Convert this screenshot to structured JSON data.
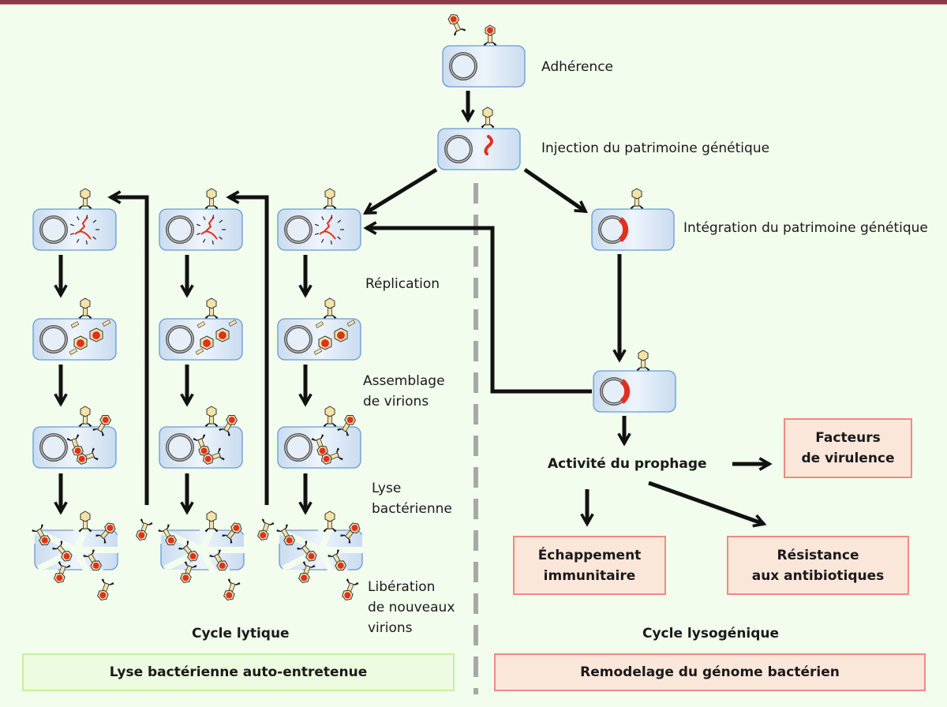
{
  "colors": {
    "background": "#f2fdee",
    "top_bar": "#8b3a4a",
    "cell_fill": "#d6e6f5",
    "cell_stroke": "#6a9ad4",
    "dna_red": "#e0301e",
    "phage_head": "#f3e3a6",
    "arrow": "#111111",
    "divider": "#a8a8a8",
    "red_box_fill": "#fbe6da",
    "red_box_border": "#f08a82",
    "green_box_fill": "#edfbe0",
    "green_box_border": "#c4f29c"
  },
  "steps": {
    "adherence": "Adhérence",
    "injection": "Injection du patrimoine génétique",
    "integration": "Intégration du patrimoine génétique",
    "replication": "Réplication",
    "assembly_line1": "Assemblage",
    "assembly_line2": "de virions",
    "lysis_line1": "Lyse",
    "lysis_line2": "bactérienne",
    "release_line1": "Libération",
    "release_line2": "de nouveaux",
    "release_line3": "virions"
  },
  "lysogenic": {
    "prophage_activity": "Activité du prophage",
    "outcomes": {
      "virulence_line1": "Facteurs",
      "virulence_line2": "de virulence",
      "immune_line1": "Échappement",
      "immune_line2": "immunitaire",
      "resistance_line1": "Résistance",
      "resistance_line2": "aux antibiotiques"
    }
  },
  "cycles": {
    "lytic_title": "Cycle lytique",
    "lysogenic_title": "Cycle lysogénique",
    "lytic_summary": "Lyse bactérienne auto-entretenue",
    "lysogenic_summary": "Remodelage du génome bactérien"
  },
  "icons": [
    "bacterium-cell-icon",
    "phage-icon",
    "dna-strand-icon",
    "arrow-icon"
  ]
}
